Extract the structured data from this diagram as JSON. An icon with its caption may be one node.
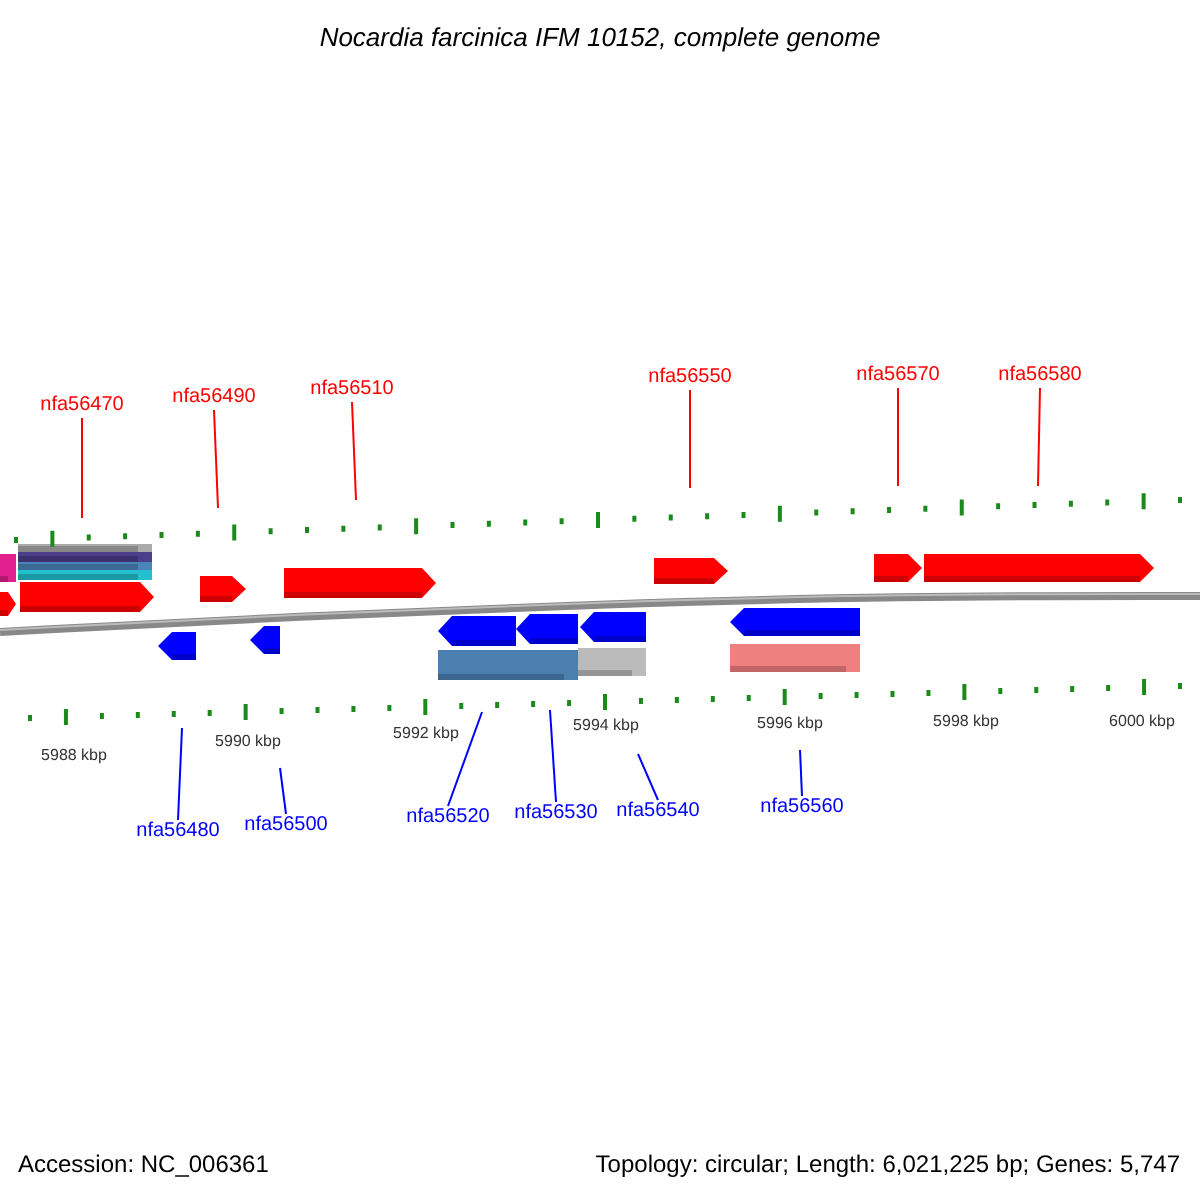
{
  "diagram": {
    "title": "Nocardia farcinica IFM 10152, complete genome",
    "nodes": [
      {
        "text": [
          "nfa56470"
        ]
      },
      {
        "text": [
          "nfa56490"
        ]
      },
      {
        "text": [
          "nfa56510"
        ]
      },
      {
        "text": [
          "nfa56550"
        ]
      },
      {
        "text": [
          "nfa56570"
        ]
      },
      {
        "text": [
          "nfa56580"
        ]
      },
      {
        "text": [
          "nfa56480"
        ]
      },
      {
        "text": [
          "nfa56500"
        ]
      },
      {
        "text": [
          "nfa56520"
        ]
      },
      {
        "text": [
          "nfa56530"
        ]
      },
      {
        "text": [
          "nfa56540"
        ]
      },
      {
        "text": [
          "nfa56560"
        ]
      }
    ],
    "edges": [
      {
        "from": 0,
        "to": null,
        "arrow": "none",
        "color": "#ff0000"
      },
      {
        "from": 1,
        "to": null,
        "arrow": "none",
        "color": "#ff0000"
      },
      {
        "from": 2,
        "to": null,
        "arrow": "none",
        "color": "#ff0000"
      },
      {
        "from": 3,
        "to": null,
        "arrow": "none",
        "color": "#ff0000"
      },
      {
        "from": 4,
        "to": null,
        "arrow": "none",
        "color": "#ff0000"
      },
      {
        "from": 5,
        "to": null,
        "arrow": "none",
        "color": "#ff0000"
      },
      {
        "from": 6,
        "to": null,
        "arrow": "none",
        "color": "#0000ff"
      },
      {
        "from": 7,
        "to": null,
        "arrow": "none",
        "color": "#0000ff"
      },
      {
        "from": 8,
        "to": null,
        "arrow": "none",
        "color": "#0000ff"
      },
      {
        "from": 9,
        "to": null,
        "arrow": "none",
        "color": "#0000ff"
      },
      {
        "from": 10,
        "to": null,
        "arrow": "none",
        "color": "#0000ff"
      },
      {
        "from": 11,
        "to": null,
        "arrow": "none",
        "color": "#0000ff"
      }
    ],
    "labels": [
      "5988 kbp",
      "5990 kbp",
      "5992 kbp",
      "5994 kbp",
      "5996 kbp",
      "5998 kbp",
      "6000 kbp",
      "Accession: NC_006361",
      "Topology: circular; Length: 6,021,225 bp; Genes: 5,747"
    ]
  }
}
